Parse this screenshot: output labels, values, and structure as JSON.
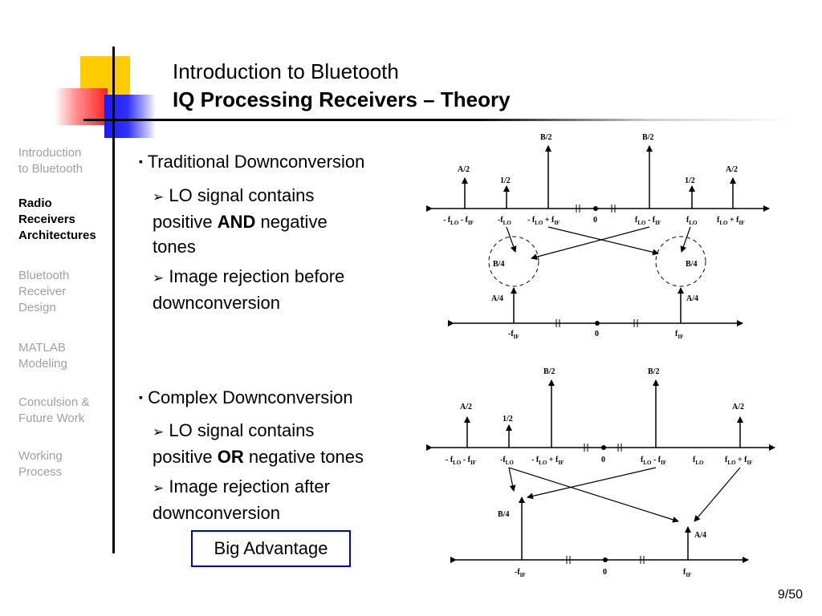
{
  "header": {
    "title_line1": "Introduction to Bluetooth",
    "title_line2": "IQ Processing Receivers – Theory"
  },
  "sidebar": {
    "items": [
      {
        "label_lines": [
          "Introduction",
          "to Bluetooth"
        ],
        "active": false
      },
      {
        "label_lines": [
          "Radio",
          "Receivers",
          "Architectures"
        ],
        "active": true
      },
      {
        "label_lines": [
          "Bluetooth",
          "Receiver",
          "Design"
        ],
        "active": false
      },
      {
        "label_lines": [
          "MATLAB",
          "Modeling"
        ],
        "active": false
      },
      {
        "label_lines": [
          "Conculsion &",
          "Future Work"
        ],
        "active": false
      },
      {
        "label_lines": [
          "Working",
          "Process"
        ],
        "active": false
      }
    ]
  },
  "content": {
    "section1": {
      "bullet": "▪",
      "heading": "Traditional Downconversion",
      "sub_marker": "➢",
      "sub1": {
        "pre": "LO signal contains",
        "line2_pre": "positive ",
        "bold": "AND",
        "post": " negative",
        "line3": "tones"
      },
      "sub2": {
        "line1": "Image rejection before",
        "line2": "downconversion"
      }
    },
    "section2": {
      "bullet": "▪",
      "heading": "Complex Downconversion",
      "sub_marker": "➢",
      "sub1": {
        "pre": "LO signal contains",
        "line2_pre": "positive ",
        "bold": "OR",
        "post": " negative tones"
      },
      "sub2": {
        "line1": "Image rejection after",
        "line2": "downconversion"
      }
    },
    "advantage_box": "Big Advantage"
  },
  "diagram1": {
    "top_axis_labels": [
      "- f",
      "LO",
      " - f",
      "IF",
      "-f",
      "LO",
      "- f",
      "LO",
      " + f",
      "IF",
      "0",
      "f",
      "LO",
      " - f",
      "IF",
      "f",
      "LO",
      "f",
      "LO",
      " + f",
      "IF"
    ],
    "arrows": [
      "A/2",
      "1/2",
      "B/2",
      "B/2",
      "1/2",
      "A/2"
    ],
    "circle_labels": [
      "B/4",
      "B/4"
    ],
    "bottom_arrows": [
      "A/4",
      "A/4"
    ],
    "bottom_axis_labels": [
      "-f",
      "IF",
      "0",
      "f",
      "IF"
    ]
  },
  "diagram2": {
    "top_axis_labels": [
      "- f",
      "LO",
      " - f",
      "IF",
      "-f",
      "LO",
      "- f",
      "LO",
      " + f",
      "IF",
      "0",
      "f",
      "LO",
      " - f",
      "IF",
      "f",
      "LO",
      "f",
      "LO",
      " + f",
      "IF"
    ],
    "arrows": [
      "A/2",
      "1/2",
      "B/2",
      "B/2",
      "A/2"
    ],
    "bottom_arrows": [
      "B/4",
      "A/4"
    ],
    "bottom_axis_labels": [
      "-f",
      "IF",
      "0",
      "f",
      "IF"
    ]
  },
  "footer": {
    "page_number": "9/50"
  }
}
